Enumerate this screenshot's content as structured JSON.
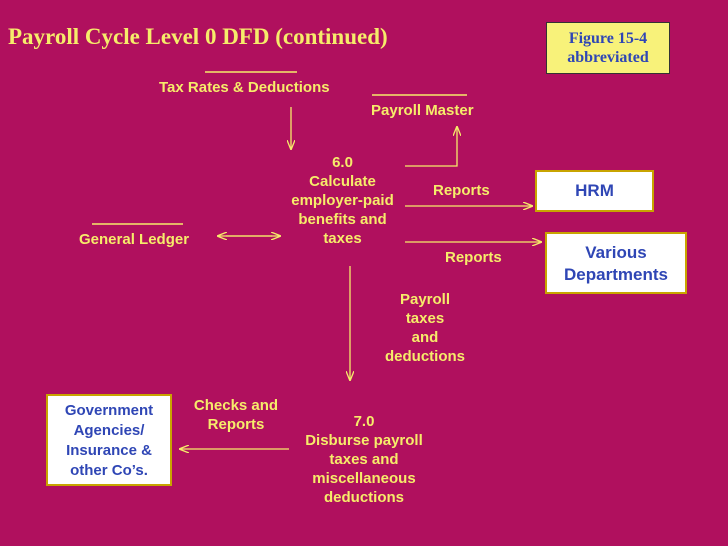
{
  "title": "Payroll Cycle Level  0 DFD (continued)",
  "figure_note": {
    "line1": "Figure 15-4",
    "line2": "abbreviated"
  },
  "data_stores": {
    "tax_rates": "Tax Rates & Deductions",
    "payroll_master": "Payroll Master",
    "general_ledger": "General Ledger"
  },
  "processes": {
    "p6": {
      "number": "6.0",
      "line1": "Calculate",
      "line2": "employer-paid",
      "line3": "benefits and",
      "line4": "taxes"
    },
    "p7": {
      "number": "7.0",
      "line1": "Disburse payroll",
      "line2": "taxes and",
      "line3": "miscellaneous",
      "line4": "deductions"
    }
  },
  "entities": {
    "hrm": "HRM",
    "various_line1": "Various",
    "various_line2": "Departments",
    "gov_line1": "Government",
    "gov_line2": "Agencies/",
    "gov_line3": "Insurance &",
    "gov_line4": "other Co’s."
  },
  "flows": {
    "reports_hrm": "Reports",
    "reports_depts": "Reports",
    "payroll_taxes_1": "Payroll",
    "payroll_taxes_2": "taxes",
    "payroll_taxes_3": "and",
    "payroll_taxes_4": "deductions",
    "checks_1": "Checks and",
    "checks_2": "Reports"
  },
  "colors": {
    "background": "#b0105e",
    "label_text": "#f6ec6a",
    "entity_text": "#2f46b5",
    "entity_border": "#c8a400",
    "figure_box": "#f8f27a"
  }
}
